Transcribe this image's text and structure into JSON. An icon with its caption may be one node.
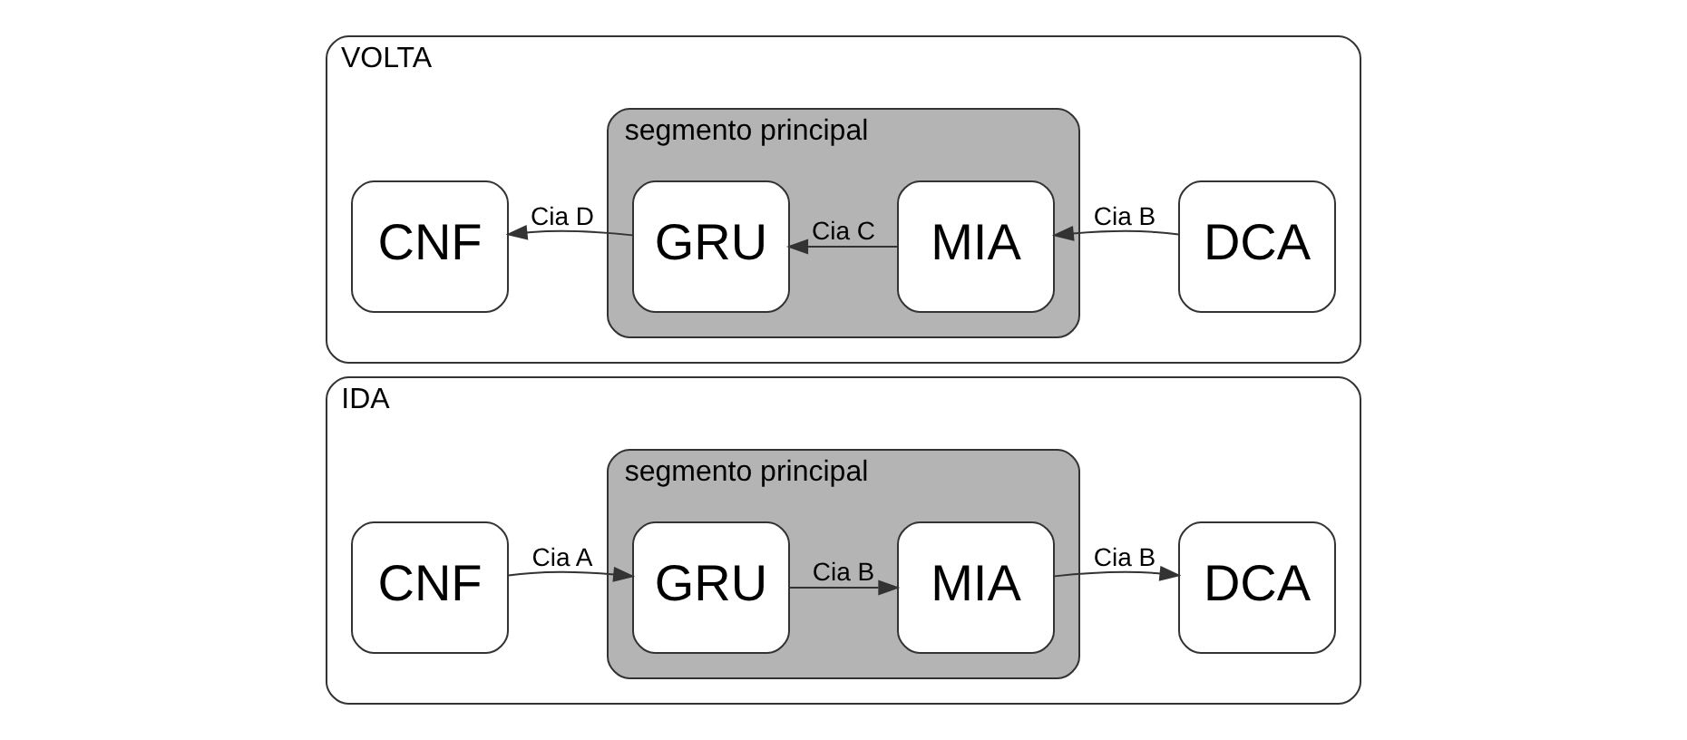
{
  "diagram": {
    "nodes": [
      {
        "text": [
          "IDA"
        ]
      },
      {
        "text": [
          "CNF"
        ],
        "in": 0
      },
      {
        "text": [
          "segmento principal"
        ],
        "in": 0
      },
      {
        "text": [
          "GRU"
        ],
        "in": 2
      },
      {
        "text": [
          "MIA"
        ],
        "in": 2
      },
      {
        "text": [
          "DCA"
        ],
        "in": 0
      },
      {
        "text": [
          "VOLTA"
        ]
      },
      {
        "text": [
          "CNF"
        ],
        "in": 6
      },
      {
        "text": [
          "segmento principal"
        ],
        "in": 6
      },
      {
        "text": [
          "GRU"
        ],
        "in": 8
      },
      {
        "text": [
          "MIA"
        ],
        "in": 8
      },
      {
        "text": [
          "DCA"
        ],
        "in": 6
      }
    ],
    "edges": [
      {
        "from": 1,
        "to": 3,
        "arrow": "to",
        "label": "Cia A"
      },
      {
        "from": 3,
        "to": 4,
        "arrow": "to",
        "label": "Cia B"
      },
      {
        "from": 4,
        "to": 5,
        "arrow": "to",
        "label": "Cia B"
      },
      {
        "from": 11,
        "to": 10,
        "arrow": "to",
        "label": "Cia B"
      },
      {
        "from": 10,
        "to": 9,
        "arrow": "to",
        "label": "Cia C"
      },
      {
        "from": 9,
        "to": 7,
        "arrow": "to",
        "label": "Cia D"
      }
    ]
  }
}
